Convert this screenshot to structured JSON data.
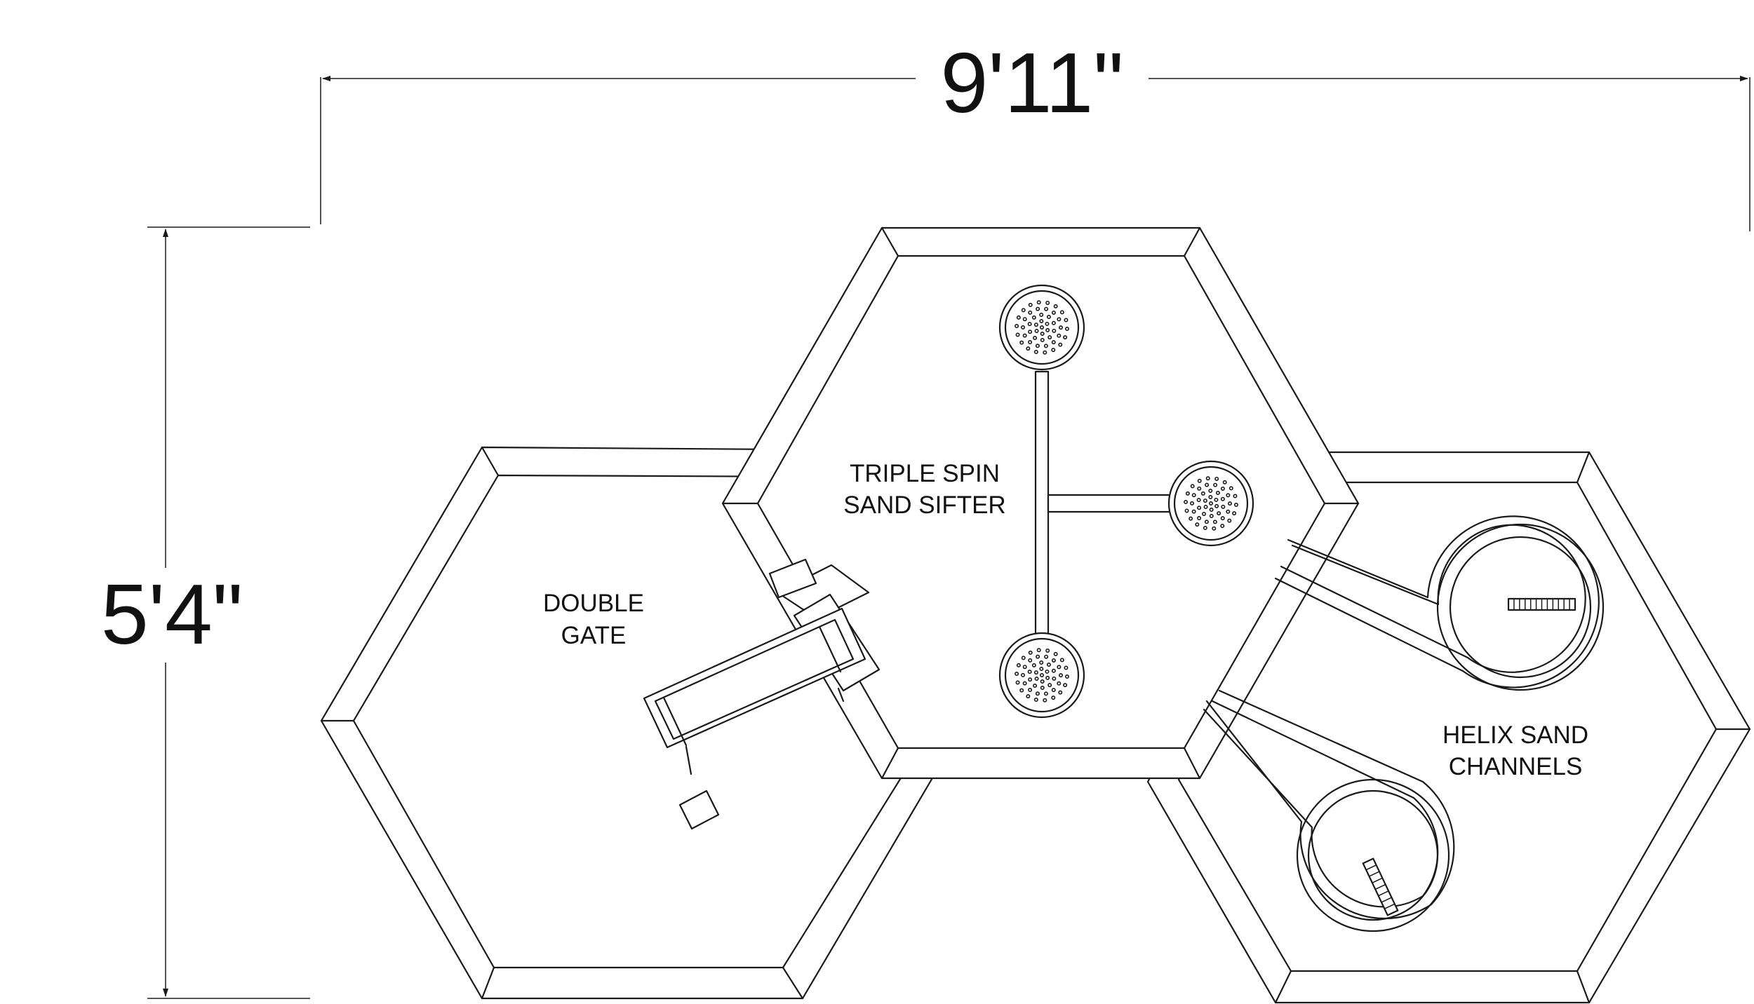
{
  "dimensions": {
    "width_label": "9'11\"",
    "height_label": "5'4\""
  },
  "components": [
    {
      "id": "gate",
      "lines": [
        "DOUBLE",
        "GATE"
      ]
    },
    {
      "id": "sifter",
      "lines": [
        "TRIPLE SPIN",
        "SAND SIFTER"
      ]
    },
    {
      "id": "helix",
      "lines": [
        "HELIX SAND",
        "CHANNELS"
      ]
    }
  ]
}
